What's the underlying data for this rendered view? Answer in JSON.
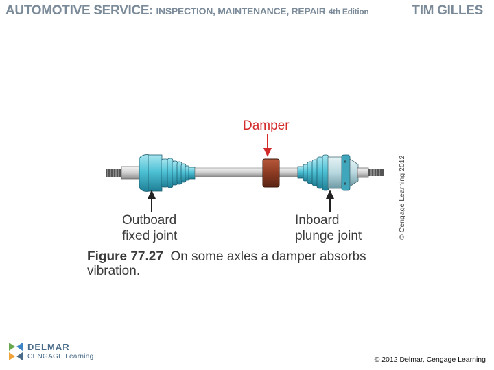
{
  "header": {
    "title_main": "AUTOMOTIVE SERVICE:",
    "title_sub": "INSPECTION, MAINTENANCE, REPAIR",
    "edition": "4th Edition",
    "author": "TIM GILLES"
  },
  "diagram": {
    "damper_label": "Damper",
    "outboard_line1": "Outboard",
    "outboard_line2": "fixed joint",
    "inboard_line1": "Inboard",
    "inboard_line2": "plunge joint",
    "vertical_credit": "© Cengage Learning 2012",
    "colors": {
      "boot": "#4fc2d6",
      "boot_dark": "#1f7f96",
      "damper": "#8b3a22",
      "shaft": "#d8d8d8",
      "arrow_red": "#d32a2a"
    }
  },
  "caption": {
    "figure_label": "Figure 77.27",
    "text": "On some axles a damper absorbs vibration."
  },
  "footer": {
    "logo_name": "DELMAR",
    "logo_sub": "CENGAGE Learning",
    "copyright": "© 2012 Delmar, Cengage Learning"
  }
}
